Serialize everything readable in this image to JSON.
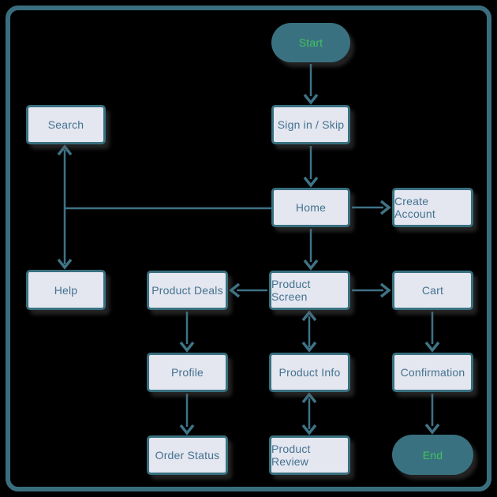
{
  "diagram": {
    "nodes": {
      "start": {
        "label": "Start",
        "type": "terminal"
      },
      "sign_in_skip": {
        "label": "Sign in / Skip",
        "type": "process"
      },
      "search": {
        "label": "Search",
        "type": "process"
      },
      "home": {
        "label": "Home",
        "type": "process"
      },
      "create_account": {
        "label": "Create Account",
        "type": "process"
      },
      "help": {
        "label": "Help",
        "type": "process"
      },
      "product_deals": {
        "label": "Product Deals",
        "type": "process"
      },
      "product_screen": {
        "label": "Product Screen",
        "type": "process"
      },
      "cart": {
        "label": "Cart",
        "type": "process"
      },
      "profile": {
        "label": "Profile",
        "type": "process"
      },
      "product_info": {
        "label": "Product Info",
        "type": "process"
      },
      "confirmation": {
        "label": "Confirmation",
        "type": "process"
      },
      "order_status": {
        "label": "Order Status",
        "type": "process"
      },
      "product_review": {
        "label": "Product Review",
        "type": "process"
      },
      "end": {
        "label": "End",
        "type": "terminal"
      }
    },
    "edges": [
      {
        "from": "start",
        "to": "sign_in_skip",
        "direction": "one-way"
      },
      {
        "from": "sign_in_skip",
        "to": "home",
        "direction": "one-way"
      },
      {
        "from": "home",
        "to": "create_account",
        "direction": "one-way"
      },
      {
        "from": "home",
        "to": "search",
        "direction": "one-way"
      },
      {
        "from": "home",
        "to": "help",
        "direction": "one-way"
      },
      {
        "from": "home",
        "to": "product_screen",
        "direction": "one-way"
      },
      {
        "from": "product_screen",
        "to": "product_deals",
        "direction": "one-way"
      },
      {
        "from": "product_screen",
        "to": "cart",
        "direction": "one-way"
      },
      {
        "from": "product_screen",
        "to": "product_info",
        "direction": "two-way"
      },
      {
        "from": "product_deals",
        "to": "profile",
        "direction": "one-way"
      },
      {
        "from": "profile",
        "to": "order_status",
        "direction": "one-way"
      },
      {
        "from": "product_info",
        "to": "product_review",
        "direction": "two-way"
      },
      {
        "from": "cart",
        "to": "confirmation",
        "direction": "one-way"
      },
      {
        "from": "confirmation",
        "to": "end",
        "direction": "one-way"
      }
    ],
    "colors": {
      "background": "#000000",
      "frame_border": "#3a6e7e",
      "node_fill": "#e4e6f0",
      "node_border": "#38707f",
      "node_text": "#44738f",
      "terminal_fill": "#3a7180",
      "terminal_text": "#3ec35e",
      "arrow": "#3f7386"
    }
  }
}
